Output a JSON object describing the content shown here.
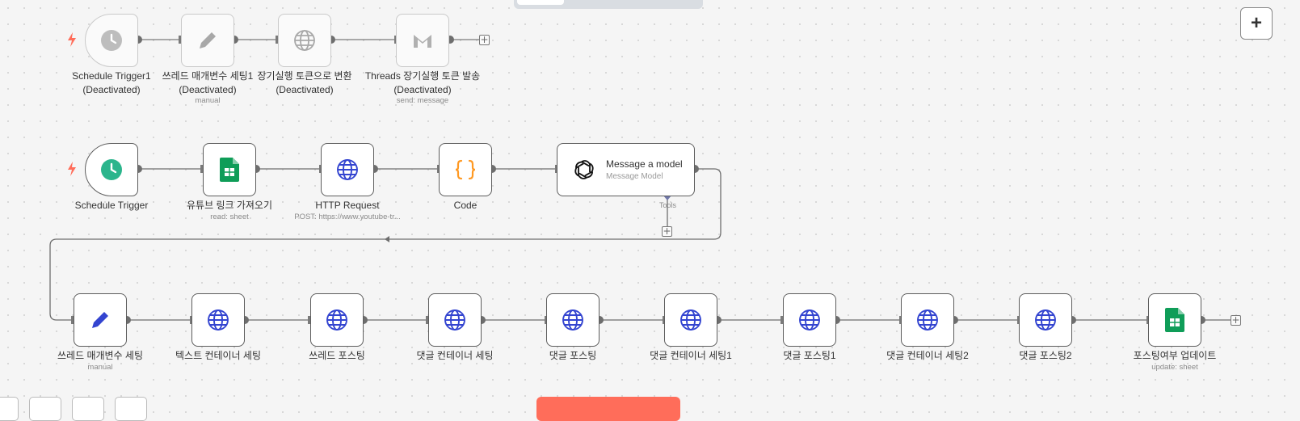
{
  "canvas": {
    "colors": {
      "background": "#f5f5f5",
      "edge": "#6e6e6e",
      "accent": "#ff6d5a",
      "sheets_green": "#0f9d58",
      "globe_blue": "#3344d0",
      "code_orange": "#ff9922",
      "schedule_teal": "#2bb58c"
    }
  },
  "workflow_deactivated": [
    {
      "id": "schedule_trigger1",
      "label": "Schedule Trigger1",
      "status": "(Deactivated)",
      "icon": "clock-icon"
    },
    {
      "id": "thread_params1",
      "label": "쓰레드 매개변수 세팅1",
      "status": "(Deactivated)",
      "subtitle": "manual",
      "icon": "pencil-icon"
    },
    {
      "id": "long_token",
      "label": "장기실행 토큰으로 변환",
      "status": "(Deactivated)",
      "icon": "globe-icon"
    },
    {
      "id": "threads_send",
      "label": "Threads 장기실행 토큰 발송",
      "status": "(Deactivated)",
      "subtitle": "send: message",
      "icon": "gmail-icon"
    }
  ],
  "workflow_row2": [
    {
      "id": "schedule_trigger",
      "label": "Schedule Trigger",
      "icon": "clock-icon"
    },
    {
      "id": "youtube_link",
      "label": "유튜브 링크 가져오기",
      "subtitle": "read: sheet",
      "icon": "sheets-icon"
    },
    {
      "id": "http_request",
      "label": "HTTP Request",
      "subtitle": "POST: https://www.youtube-tr...",
      "icon": "globe-icon"
    },
    {
      "id": "code",
      "label": "Code",
      "icon": "code-braces-icon"
    },
    {
      "id": "message_model",
      "label": "Message a model",
      "subtitle": "Message Model",
      "icon": "openai-icon",
      "tools_label": "Tools"
    }
  ],
  "workflow_row3": [
    {
      "id": "thread_params",
      "label": "쓰레드 매개변수 세팅",
      "subtitle": "manual",
      "icon": "pencil-icon"
    },
    {
      "id": "text_container",
      "label": "텍스트 컨테이너 세팅",
      "icon": "globe-icon"
    },
    {
      "id": "thread_post",
      "label": "쓰레드 포스팅",
      "icon": "globe-icon"
    },
    {
      "id": "comment_container",
      "label": "댓글 컨테이너 세팅",
      "icon": "globe-icon"
    },
    {
      "id": "comment_post",
      "label": "댓글 포스팅",
      "icon": "globe-icon"
    },
    {
      "id": "comment_container1",
      "label": "댓글 컨테이너 세팅1",
      "icon": "globe-icon"
    },
    {
      "id": "comment_post1",
      "label": "댓글 포스팅1",
      "icon": "globe-icon"
    },
    {
      "id": "comment_container2",
      "label": "댓글 컨테이너 세팅2",
      "icon": "globe-icon"
    },
    {
      "id": "comment_post2",
      "label": "댓글 포스팅2",
      "icon": "globe-icon"
    },
    {
      "id": "posting_update",
      "label": "포스팅여부 업데이트",
      "subtitle": "update: sheet",
      "icon": "sheets-icon"
    }
  ],
  "toolbar": {
    "add_node_label": "+"
  }
}
